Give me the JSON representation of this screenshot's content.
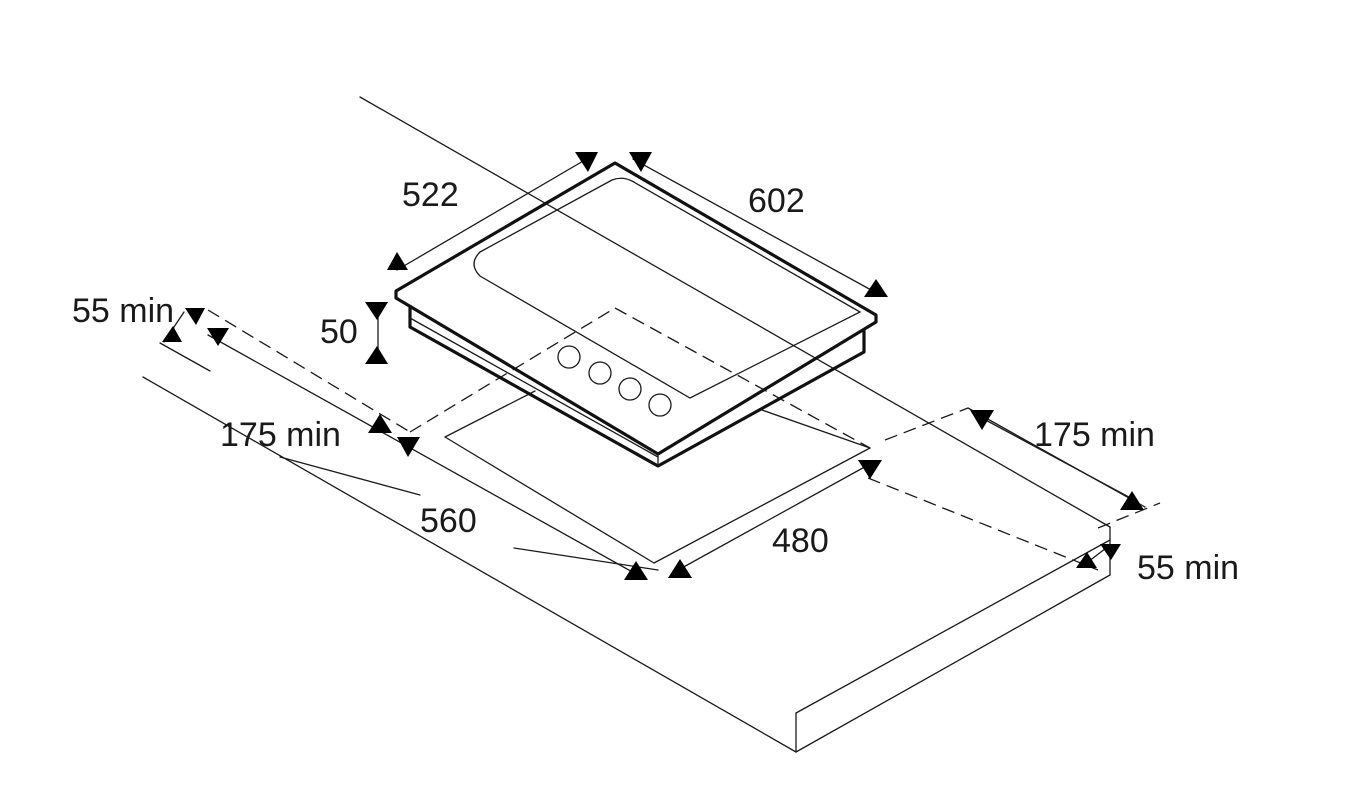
{
  "labels": {
    "hob_depth": "522",
    "hob_width": "602",
    "hob_height": "50",
    "rear_clearance": "55 min",
    "left_clearance": "175 min",
    "cutout_width": "560",
    "cutout_depth": "480",
    "right_clearance": "175 min",
    "front_clearance": "55 min"
  },
  "colors": {
    "line": "#1a1a1a",
    "arrow": "#000000",
    "background": "#ffffff"
  }
}
